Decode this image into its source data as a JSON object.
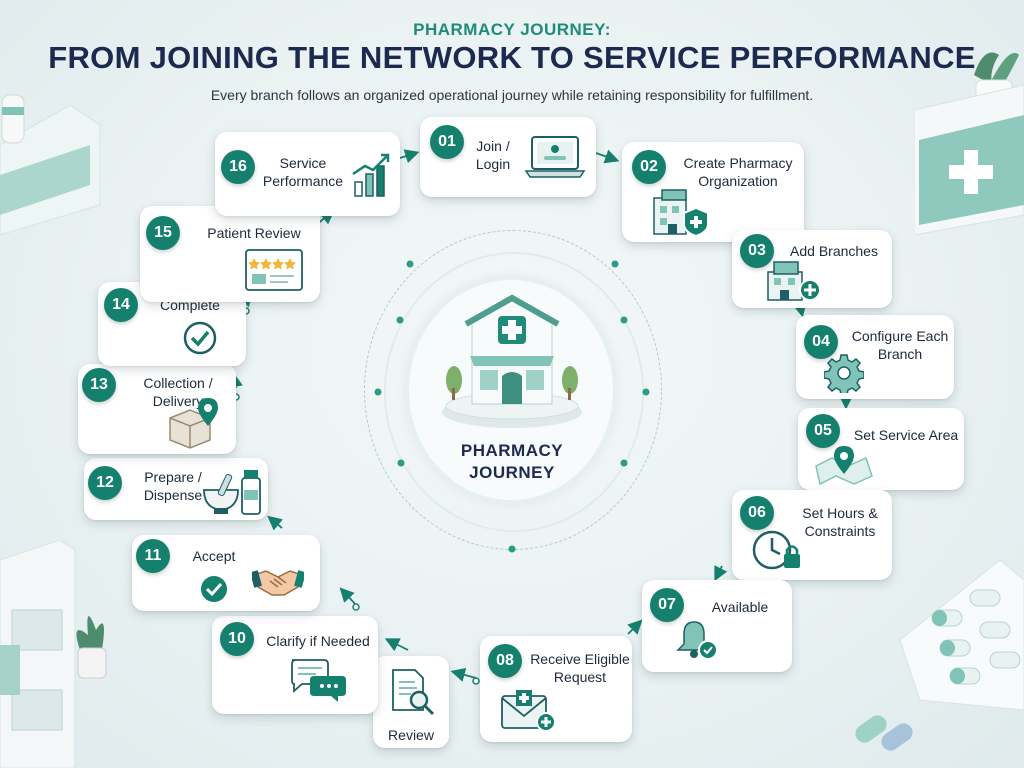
{
  "header": {
    "subtitle": "PHARMACY JOURNEY:",
    "title": "FROM JOINING THE NETWORK TO SERVICE PERFORMANCE",
    "description": "Every branch follows an organized operational journey while retaining responsibility for fulfillment."
  },
  "center": {
    "line1": "PHARMACY",
    "line2": "JOURNEY"
  },
  "steps": [
    {
      "num": "01",
      "label": "Join /\nLogin",
      "icon": "laptop-login-icon"
    },
    {
      "num": "02",
      "label": "Create Pharmacy\nOrganization",
      "icon": "building-shield-icon"
    },
    {
      "num": "03",
      "label": "Add Branches",
      "icon": "building-add-icon"
    },
    {
      "num": "04",
      "label": "Configure Each\nBranch",
      "icon": "gear-icon"
    },
    {
      "num": "05",
      "label": "Set Service Area",
      "icon": "map-pin-icon"
    },
    {
      "num": "06",
      "label": "Set Hours &\nConstraints",
      "icon": "clock-lock-icon"
    },
    {
      "num": "07",
      "label": "Available",
      "icon": "bell-check-icon"
    },
    {
      "num": "08",
      "label": "Receive Eligible\nRequest",
      "icon": "envelope-plus-icon"
    },
    {
      "num": "",
      "label": "Review",
      "icon": "document-search-icon"
    },
    {
      "num": "10",
      "label": "Clarify if Needed",
      "icon": "chat-bubbles-icon"
    },
    {
      "num": "11",
      "label": "Accept",
      "icon": "handshake-check-icon"
    },
    {
      "num": "12",
      "label": "Prepare /\nDispense",
      "icon": "mortar-bottle-icon"
    },
    {
      "num": "13",
      "label": "Collection /\nDelivery",
      "icon": "box-pin-icon"
    },
    {
      "num": "14",
      "label": "Complete",
      "icon": "check-circle-icon"
    },
    {
      "num": "15",
      "label": "Patient Review",
      "icon": "star-review-icon"
    },
    {
      "num": "16",
      "label": "Service\nPerformance",
      "icon": "bar-chart-up-icon"
    }
  ],
  "colors": {
    "accent": "#16806f",
    "title": "#1b2a4e",
    "subtitle": "#1e8c78",
    "icon_teal": "#7fc4b6"
  }
}
